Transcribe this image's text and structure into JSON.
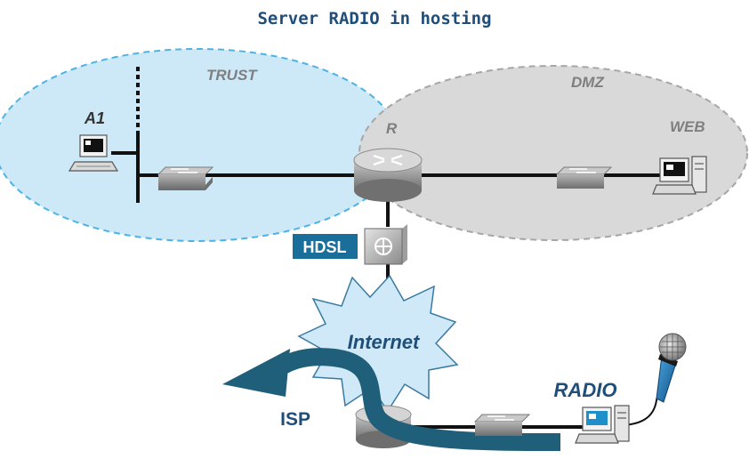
{
  "title": "Server RADIO in hosting",
  "zones": {
    "trust": "TRUST",
    "dmz": "DMZ"
  },
  "nodes": {
    "a1": "A1",
    "router": "R",
    "web": "WEB",
    "hdsl": "HDSL",
    "internet": "Internet",
    "isp": "ISP",
    "radio": "RADIO"
  },
  "icons": {
    "router": "router-icon",
    "switch": "switch-icon",
    "workstation": "workstation-icon",
    "server": "server-icon",
    "modem": "hdsl-modem-icon",
    "cloud": "internet-cloud-icon",
    "microphone": "microphone-icon",
    "flow": "stream-arrow"
  },
  "colors": {
    "trust_fill": "#cde8f7",
    "trust_border": "#4db3e6",
    "dmz_fill": "#d9d9d9",
    "dmz_border": "#a6a6a6",
    "internet_fill": "#cfe9f8",
    "stream_arrow": "#1f5f7a",
    "hdsl_badge": "#1a6f9a",
    "title": "#1f4e79"
  }
}
